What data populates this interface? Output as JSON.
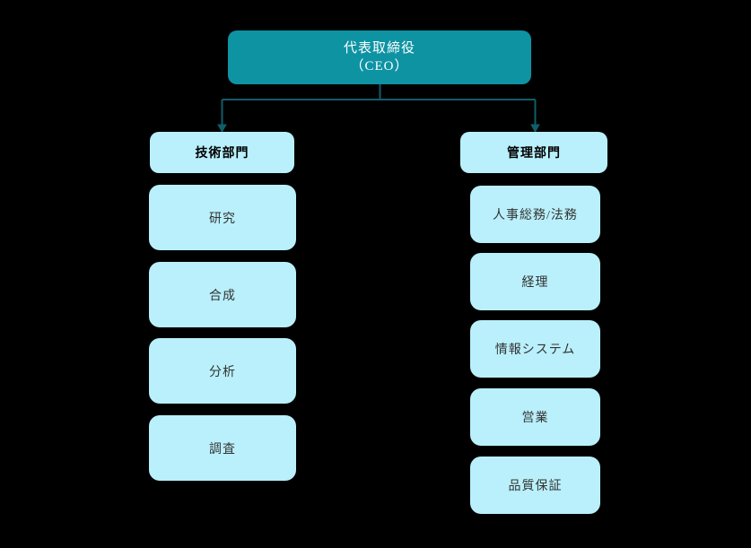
{
  "colors": {
    "background": "#000000",
    "root_fill": "#0e93a3",
    "root_text": "#ffffff",
    "node_fill": "#b9f0fb",
    "node_text": "#333333",
    "dept_text": "#000000",
    "line": "#0f5e6b"
  },
  "org": {
    "root": {
      "line1": "代表取締役",
      "line2": "（CEO）"
    },
    "branches": [
      {
        "label": "技術部門",
        "children": [
          "研究",
          "合成",
          "分析",
          "調査"
        ]
      },
      {
        "label": "管理部門",
        "children": [
          "人事総務/法務",
          "経理",
          "情報システム",
          "営業",
          "品質保証"
        ]
      }
    ]
  }
}
